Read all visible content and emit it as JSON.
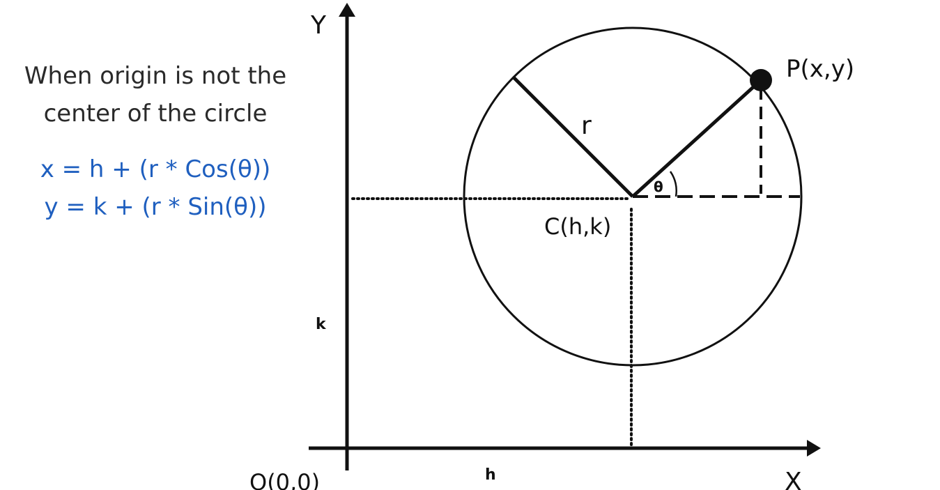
{
  "caption": {
    "line1": "When origin is not the",
    "line2": "center of the circle"
  },
  "formulas": {
    "x": "x = h + (r * Cos(θ))",
    "y": "y = k + (r * Sin(θ))"
  },
  "labels": {
    "y_axis": "Y",
    "x_axis": "X",
    "origin": "O(0,0)",
    "point": "P(x,y)",
    "center": "C(h,k)",
    "radius": "r",
    "angle": "θ",
    "h": "h",
    "k": "k"
  },
  "colors": {
    "formula": "#1f5fbf",
    "ink": "#111111"
  }
}
